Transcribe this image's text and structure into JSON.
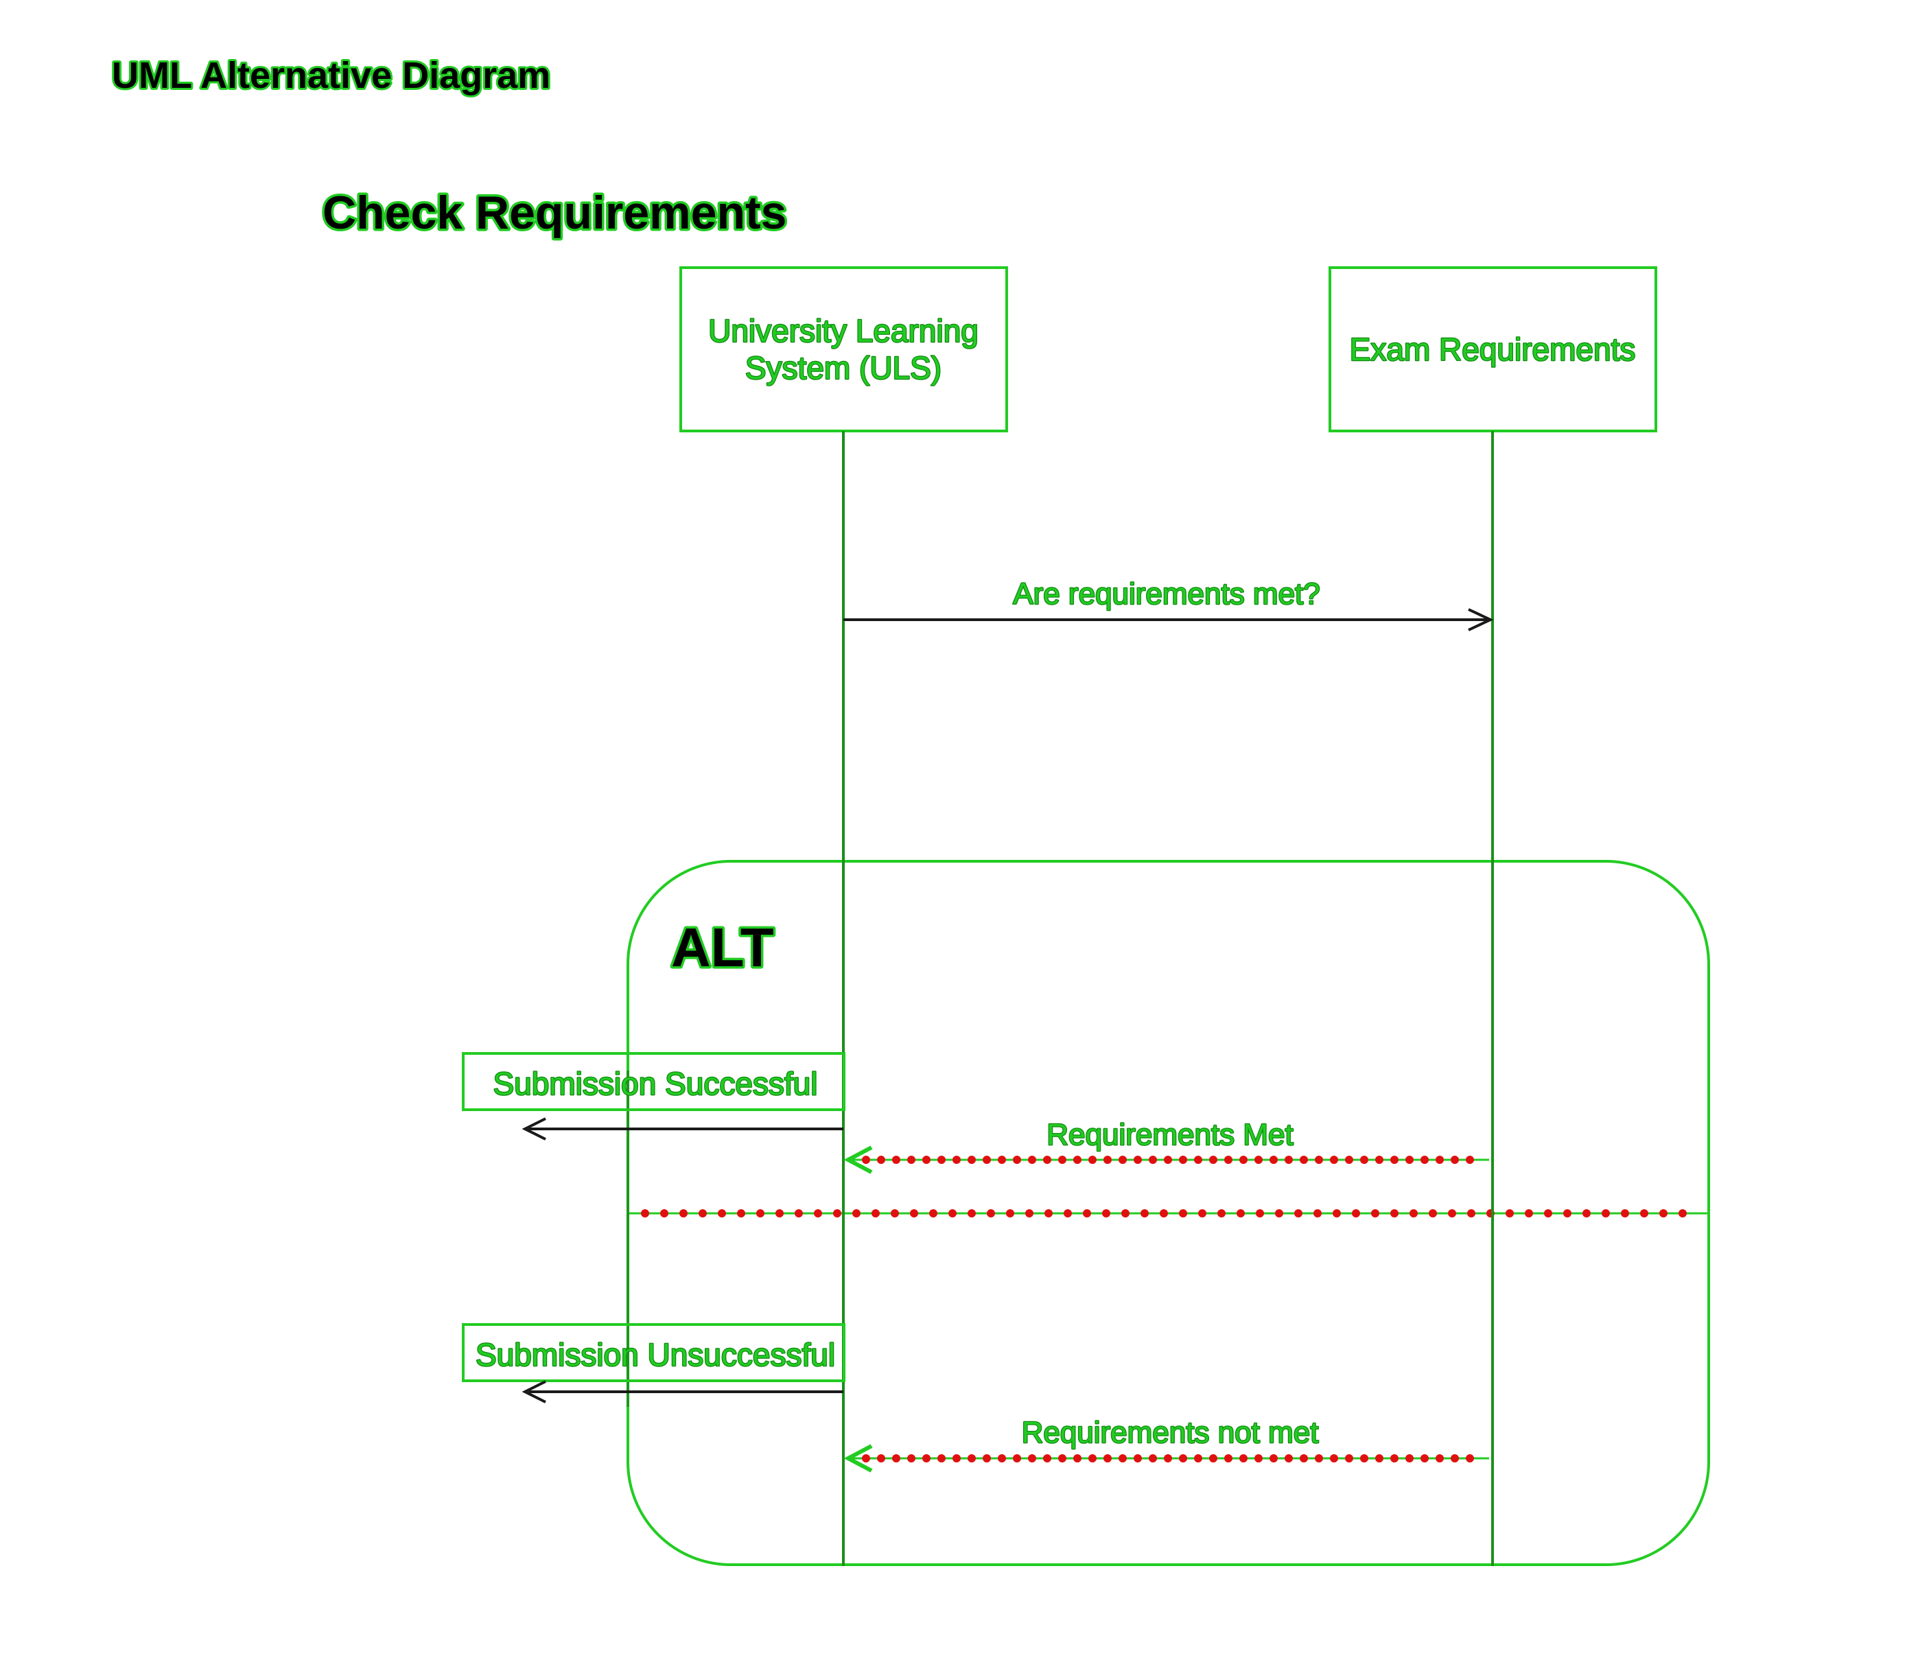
{
  "title": "UML Alternative Diagram",
  "section": "Check Requirements",
  "participants": {
    "uls": {
      "line1": "University Learning",
      "line2": "System (ULS)"
    },
    "exam": {
      "label": "Exam Requirements"
    }
  },
  "messages": {
    "request": "Are requirements met?",
    "reply_met": "Requirements Met",
    "reply_not_met": "Requirements not met"
  },
  "alt_fragment": {
    "label": "ALT"
  },
  "outcomes": {
    "success": "Submission Successful",
    "failure": "Submission Unsuccessful"
  },
  "colors": {
    "outline_green": "#22cc22",
    "line_dark": "#1a1a1a",
    "dots_red": "#e01010"
  }
}
